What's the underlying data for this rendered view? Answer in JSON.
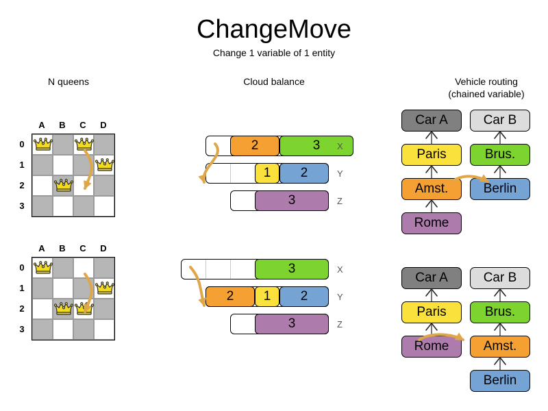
{
  "header": {
    "title": "ChangeMove",
    "subtitle": "Change 1 variable of 1 entity"
  },
  "sections": {
    "nqueens": {
      "heading": "N queens"
    },
    "cloud": {
      "heading": "Cloud balance"
    },
    "vrp": {
      "heading_line1": "Vehicle routing",
      "heading_line2": "(chained variable)"
    }
  },
  "colors": {
    "orange": "#F5A033",
    "green": "#7DD42E",
    "yellow": "#FAE13C",
    "blue": "#74A3D4",
    "purple": "#AE7CAC",
    "car_a_gray": "#808080",
    "car_b_gray": "#DCDCDC",
    "dark_square": "#B6B6B6",
    "light_square": "#FFFFFF",
    "arrow": "#E0A64A",
    "queen": "#F2DA1E"
  },
  "nqueens": {
    "files": [
      "A",
      "B",
      "C",
      "D"
    ],
    "ranks": [
      "0",
      "1",
      "2",
      "3"
    ],
    "before": {
      "queens": [
        {
          "file": "A",
          "rank": "0"
        },
        {
          "file": "C",
          "rank": "0"
        },
        {
          "file": "D",
          "rank": "1"
        },
        {
          "file": "B",
          "rank": "2"
        }
      ],
      "move_arrow": {
        "from_file": "C",
        "from_rank": "0",
        "to_file": "C",
        "to_rank": "2"
      }
    },
    "after": {
      "queens": [
        {
          "file": "A",
          "rank": "0"
        },
        {
          "file": "D",
          "rank": "1"
        },
        {
          "file": "B",
          "rank": "2"
        },
        {
          "file": "C",
          "rank": "2"
        }
      ],
      "move_arrow": {
        "from_file": "C",
        "from_rank": "0",
        "to_file": "C",
        "to_rank": "2"
      }
    }
  },
  "chart_data": {
    "type": "bar",
    "title": "Cloud balance",
    "orientation": "horizontal-stacked",
    "categories": [
      "X",
      "Y",
      "Z"
    ],
    "before": {
      "rows": [
        {
          "label": "X",
          "capacity": 5,
          "offset": 0,
          "segments": [
            {
              "value": "2",
              "size": 2,
              "color": "#F5A033"
            },
            {
              "value": "3",
              "size": 3,
              "color": "#7DD42E"
            }
          ],
          "empty_leading": 1
        },
        {
          "label": "Y",
          "capacity": 5,
          "offset": 1,
          "segments": [
            {
              "value": "1",
              "size": 1,
              "color": "#FAE13C"
            },
            {
              "value": "2",
              "size": 2,
              "color": "#74A3D4"
            }
          ],
          "empty_leading": 2
        },
        {
          "label": "Z",
          "capacity": 4,
          "offset": 2,
          "segments": [
            {
              "value": "3",
              "size": 3,
              "color": "#AE7CAC"
            }
          ],
          "empty_leading": 1
        }
      ]
    },
    "after": {
      "rows": [
        {
          "label": "X",
          "capacity": 6,
          "offset": 0,
          "segments": [
            {
              "value": "3",
              "size": 3,
              "color": "#7DD42E"
            }
          ],
          "empty_leading": 3
        },
        {
          "label": "Y",
          "capacity": 5,
          "offset": 1,
          "segments": [
            {
              "value": "2",
              "size": 2,
              "color": "#F5A033"
            },
            {
              "value": "1",
              "size": 1,
              "color": "#FAE13C"
            },
            {
              "value": "2",
              "size": 2,
              "color": "#74A3D4"
            }
          ],
          "empty_leading": 0
        },
        {
          "label": "Z",
          "capacity": 4,
          "offset": 2,
          "segments": [
            {
              "value": "3",
              "size": 3,
              "color": "#AE7CAC"
            }
          ],
          "empty_leading": 1
        }
      ]
    },
    "move": "process 2 moves from computer X to computer Y"
  },
  "vrp": {
    "before": {
      "chains": [
        {
          "vehicle": "Car A",
          "vehicle_color": "#808080",
          "stops": [
            {
              "name": "Paris",
              "color": "#FAE13C"
            },
            {
              "name": "Amst.",
              "color": "#F5A033"
            },
            {
              "name": "Rome",
              "color": "#AE7CAC"
            }
          ]
        },
        {
          "vehicle": "Car B",
          "vehicle_color": "#DCDCDC",
          "stops": [
            {
              "name": "Brus.",
              "color": "#7DD42E"
            },
            {
              "name": "Berlin",
              "color": "#74A3D4"
            }
          ]
        }
      ]
    },
    "after": {
      "chains": [
        {
          "vehicle": "Car A",
          "vehicle_color": "#808080",
          "stops": [
            {
              "name": "Paris",
              "color": "#FAE13C"
            },
            {
              "name": "Rome",
              "color": "#AE7CAC"
            }
          ]
        },
        {
          "vehicle": "Car B",
          "vehicle_color": "#DCDCDC",
          "stops": [
            {
              "name": "Brus.",
              "color": "#7DD42E"
            },
            {
              "name": "Amst.",
              "color": "#F5A033"
            },
            {
              "name": "Berlin",
              "color": "#74A3D4"
            }
          ]
        }
      ]
    },
    "move": "Amst. moves from Car A chain to Car B chain"
  }
}
